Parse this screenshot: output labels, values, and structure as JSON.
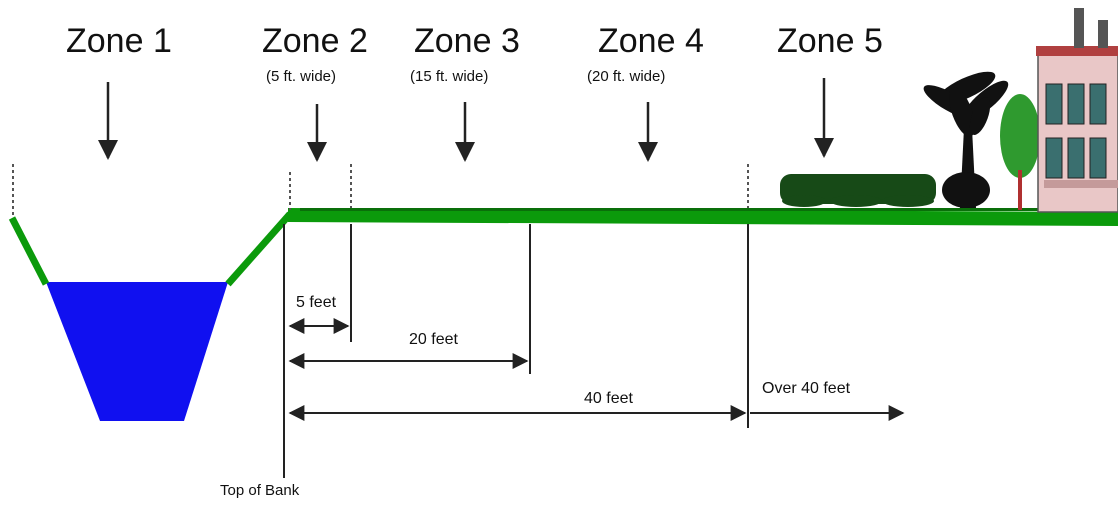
{
  "zones": [
    {
      "title": "Zone 1",
      "subtitle": ""
    },
    {
      "title": "Zone 2",
      "subtitle": "(5 ft. wide)"
    },
    {
      "title": "Zone 3",
      "subtitle": "(15 ft. wide)"
    },
    {
      "title": "Zone 4",
      "subtitle": "(20 ft. wide)"
    },
    {
      "title": "Zone 5",
      "subtitle": ""
    }
  ],
  "measurements": {
    "five": "5 feet",
    "twenty": "20 feet",
    "forty": "40 feet",
    "over_forty": "Over 40 feet"
  },
  "top_of_bank": "Top of Bank",
  "colors": {
    "grass": "#0b9a0b",
    "water": "#1010f0",
    "shrub": "#174a17",
    "tree": "#2f9a2f",
    "house": "#e9c7c7",
    "roof": "#b04040",
    "palm": "#111111",
    "line": "#222222"
  },
  "icons": [
    "palm-tree-icon",
    "tree-icon",
    "shrub-icon",
    "house-icon"
  ]
}
